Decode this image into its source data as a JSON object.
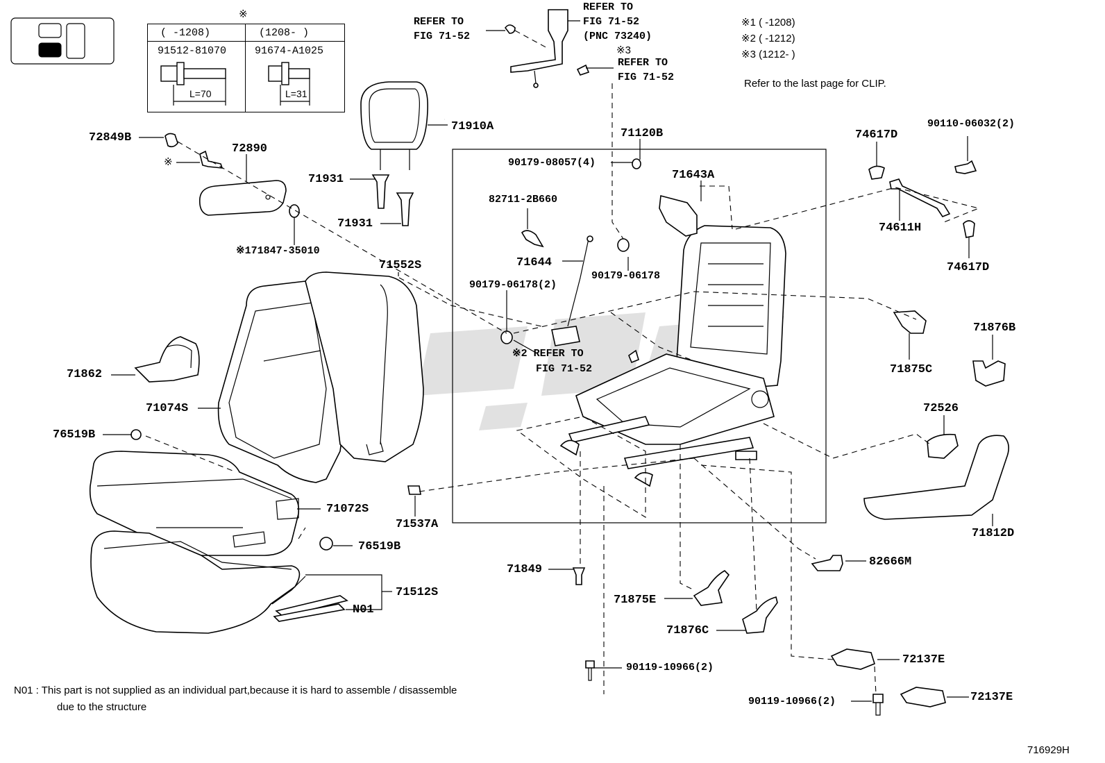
{
  "table": {
    "mark": "※",
    "col1_range": "(     -1208)",
    "col2_range": "(1208-     )",
    "col1_part": "91512-81070",
    "col2_part": "91674-A1025",
    "col1_length": "L=70",
    "col2_length": "L=31"
  },
  "notes": {
    "n1": "※1 (      -1208)",
    "n2": "※2 (      -1212)",
    "n3": "※3 (1212-      )",
    "clip": "Refer to the last page for CLIP.",
    "n01": "N01 : This part is not supplied as an individual part,because it is hard to assemble / disassemble",
    "n01_cont": "due to the structure",
    "figure_id": "716929H"
  },
  "refs": {
    "r1_line1": "REFER TO",
    "r1_line2": "FIG 71-52",
    "r2_line1": "REFER TO",
    "r2_line2": "FIG 71-52",
    "r2_line3": "(PNC 73240)",
    "r3_mark": "※3",
    "r3_line1": "REFER TO",
    "r3_line2": "FIG 71-52",
    "r4_line1": "※2 REFER TO",
    "r4_line2": "FIG 71-52"
  },
  "labels": {
    "l72849B": "72849B",
    "l72890": "72890",
    "lmark_bolt": "※",
    "l171847": "※171847-35010",
    "l71910A": "71910A",
    "l71931a": "71931",
    "l71931b": "71931",
    "l71552S": "71552S",
    "l71862": "71862",
    "l71074S": "71074S",
    "l76519Ba": "76519B",
    "l71072S": "71072S",
    "l76519Bb": "76519B",
    "l71512S": "71512S",
    "lN01": "N01",
    "l71120B": "71120B",
    "l90179_08057": "90179-08057(4)",
    "l82711": "82711-2B660",
    "l71643A": "71643A",
    "l71644": "71644",
    "l90179_06178": "90179-06178",
    "l90179_06178_2": "90179-06178(2)",
    "l71537A": "71537A",
    "l71849": "71849",
    "l71875E": "71875E",
    "l71876C": "71876C",
    "l90119a": "90119-10966(2)",
    "l90119b": "90119-10966(2)",
    "l74617Da": "74617D",
    "l90110": "90110-06032(2)",
    "l74611H": "74611H",
    "l74617Db": "74617D",
    "l71875C": "71875C",
    "l71876B": "71876B",
    "l72526": "72526",
    "l71812D": "71812D",
    "l82666M": "82666M",
    "l72137Ea": "72137E",
    "l72137Eb": "72137E"
  }
}
